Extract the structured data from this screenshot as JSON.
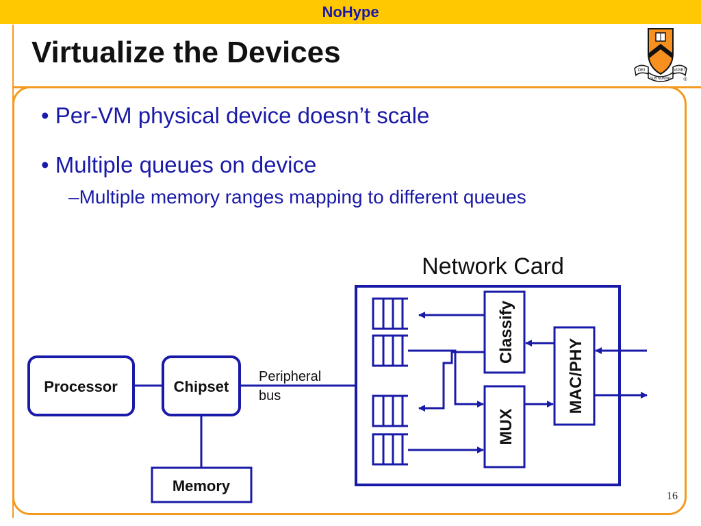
{
  "header": {
    "title": "NoHype"
  },
  "slide": {
    "title": "Virtualize the Devices",
    "bullets": [
      "• Per-VM physical device doesn’t scale",
      "• Multiple queues on device"
    ],
    "subbullets": [
      "–Multiple memory ranges mapping to different queues"
    ],
    "page_number": "16"
  },
  "logo": {
    "motto_left": "DEI",
    "motto_middle": "SUB NUMINE",
    "motto_right": "VIGET",
    "registered": "®"
  },
  "diagram": {
    "network_card_label": "Network Card",
    "processor_label": "Processor",
    "chipset_label": "Chipset",
    "memory_label": "Memory",
    "bus_label_line1": "Peripheral",
    "bus_label_line2": "bus",
    "classify_label": "Classify",
    "mux_label": "MUX",
    "macphy_label": "MAC/PHY"
  },
  "colors": {
    "accent_blue": "#1a1aa8",
    "orange": "#f39a1e",
    "header_yellow": "#ffc800"
  }
}
